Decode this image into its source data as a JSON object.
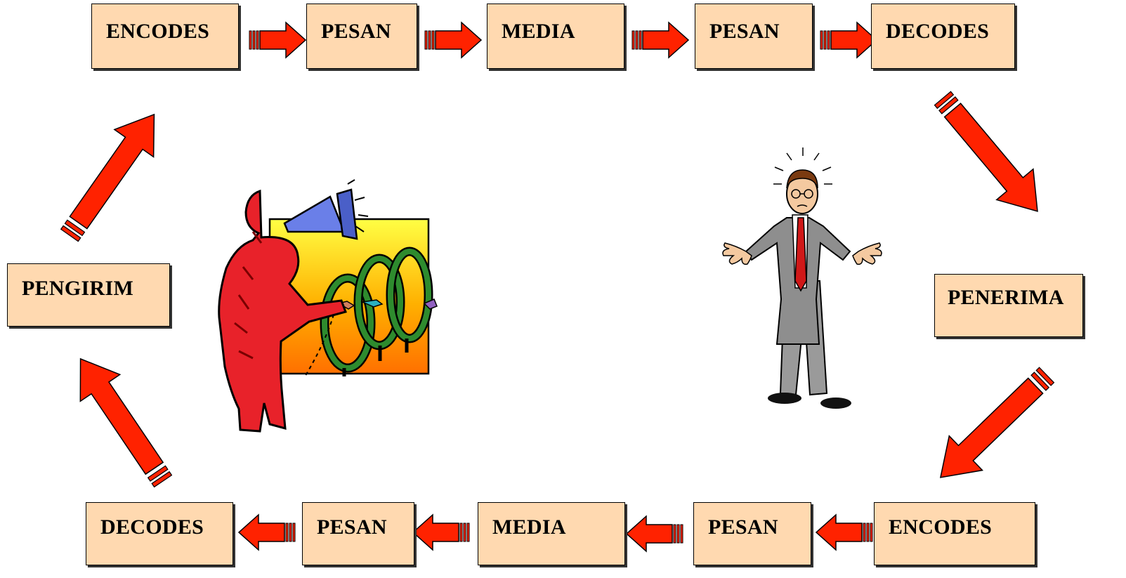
{
  "diagram": {
    "top_row": {
      "encodes": "ENCODES",
      "pesan_1": "PESAN",
      "media": "MEDIA",
      "pesan_2": "PESAN",
      "decodes": "DECODES"
    },
    "sender": "PENGIRIM",
    "receiver": "PENERIMA",
    "bottom_row": {
      "encodes": "ENCODES",
      "pesan_1": "PESAN",
      "media": "MEDIA",
      "pesan_2": "PESAN",
      "decodes": "DECODES"
    }
  },
  "colors": {
    "box_fill": "#ffd9b0",
    "arrow_fill": "#ff2200",
    "arrow_edge": "#000000"
  },
  "icons": {
    "sender_figure": "megaphone-person-icon",
    "receiver_figure": "confused-businessman-icon"
  }
}
